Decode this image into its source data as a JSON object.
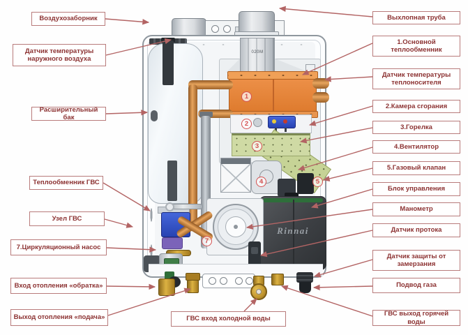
{
  "labels": {
    "left": [
      {
        "text": "Воздухозаборник"
      },
      {
        "text": "Датчик температуры наружного воздуха"
      },
      {
        "text": "Расширительный бак"
      },
      {
        "text": "Теплообменник ГВС"
      },
      {
        "text": "Узел ГВС"
      },
      {
        "text": "7.Циркуляционный насос"
      },
      {
        "text": "Вход отопления «обратка»"
      },
      {
        "text": "Выход отопления «подача»"
      }
    ],
    "bottom": [
      {
        "text": "ГВС вход холодной воды"
      }
    ],
    "right": [
      {
        "text": "Выхлопная труба"
      },
      {
        "text": "1.Основной теплообменник"
      },
      {
        "text": "Датчик температуры теплоносителя"
      },
      {
        "text": "2.Камера сгорания"
      },
      {
        "text": "3.Горелка"
      },
      {
        "text": "4.Вентилятор"
      },
      {
        "text": "5.Газовый клапан"
      },
      {
        "text": "Блок управления"
      },
      {
        "text": "Манометр"
      },
      {
        "text": "Датчик протока"
      },
      {
        "text": "Датчик защиты от замерзания"
      },
      {
        "text": "Подвод газа"
      },
      {
        "text": "ГВС выход горячей воды"
      }
    ]
  },
  "markers": [
    "1",
    "2",
    "3",
    "4",
    "5",
    "7"
  ],
  "boiler": {
    "brand": "Rinnai",
    "duct_label": "020M"
  },
  "colors": {
    "label_border": "#b87b7b",
    "label_text": "#8c3232",
    "leader_line": "#b36464",
    "marker_red": "#d45050",
    "heat_exchanger_orange": "#e4813a",
    "burner_green": "#cfdaa4",
    "control_box_gray": "#3c3f43",
    "copper": "#c87f3e",
    "brass": "#c99932",
    "dhw_unit_blue": "#2843b2"
  }
}
